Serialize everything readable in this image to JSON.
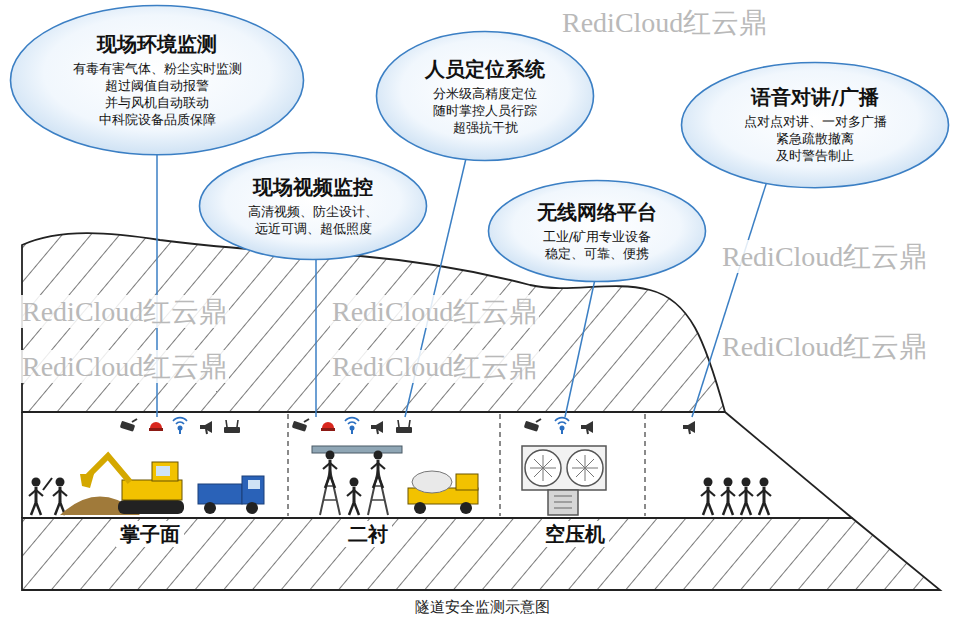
{
  "diagram": {
    "caption": "隧道安全监测示意图",
    "nodes": [
      {
        "text": [
          "现场环境监测",
          "有毒有害气体、粉尘实时监测",
          "超过阈值自动报警",
          "并与风机自动联动",
          "中科院设备品质保障"
        ]
      },
      {
        "text": [
          "现场视频监控",
          "高清视频、防尘设计、",
          "远近可调、超低照度"
        ]
      },
      {
        "text": [
          "人员定位系统",
          "分米级高精度定位",
          "随时掌控人员行踪",
          "超强抗干扰"
        ]
      },
      {
        "text": [
          "无线网络平台",
          "工业/矿用专业设备",
          "稳定、可靠、便携"
        ]
      },
      {
        "text": [
          "语音对讲/广播",
          "点对点对讲、一对多广播",
          "紧急疏散撤离",
          "及时警告制止"
        ]
      }
    ],
    "labels": [
      "RediCloud红云鼎",
      "RediCloud红云鼎",
      "RediCloud红云鼎",
      "RediCloud红云鼎",
      "RediCloud红云鼎",
      "RediCloud红云鼎",
      "RediCloud红云鼎",
      "掌子面",
      "二衬",
      "空压机"
    ]
  }
}
